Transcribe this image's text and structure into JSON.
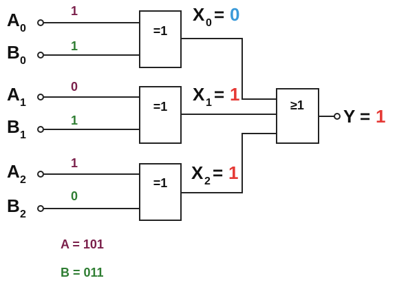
{
  "inputs": {
    "a0": {
      "letter": "A",
      "index": "0",
      "bit": "1"
    },
    "b0": {
      "letter": "B",
      "index": "0",
      "bit": "1"
    },
    "a1": {
      "letter": "A",
      "index": "1",
      "bit": "0"
    },
    "b1": {
      "letter": "B",
      "index": "1",
      "bit": "1"
    },
    "a2": {
      "letter": "A",
      "index": "2",
      "bit": "1"
    },
    "b2": {
      "letter": "B",
      "index": "2",
      "bit": "0"
    }
  },
  "gates": {
    "xor0": "=1",
    "xor1": "=1",
    "xor2": "=1",
    "or": "≥1"
  },
  "intermediate": {
    "x0": {
      "letter": "X",
      "index": "0",
      "eq": "=",
      "value": "0"
    },
    "x1": {
      "letter": "X",
      "index": "1",
      "eq": "=",
      "value": "1"
    },
    "x2": {
      "letter": "X",
      "index": "2",
      "eq": "=",
      "value": "1"
    }
  },
  "output": {
    "label": "Y",
    "eq": "=",
    "value": "1"
  },
  "summary": {
    "a": "A = 101",
    "b": "B = 011"
  },
  "colors": {
    "a_bits": "#7a1f4a",
    "b_bits": "#2e7d32",
    "value_zero": "#3a9ad9",
    "value_one": "#e53935"
  }
}
